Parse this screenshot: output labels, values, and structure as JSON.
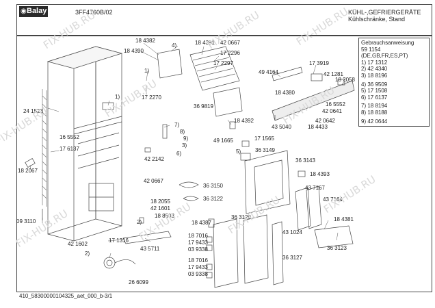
{
  "header": {
    "logo": "Balay",
    "model": "3FF4760B/02",
    "category_line1": "KÜHL-,GEFRIERGERÄTE",
    "category_line2": "Kühlschränke, Stand"
  },
  "doc_box": {
    "lines": [
      "Gebrauchsanweisung",
      "59 1154",
      "(DE,GB,FR,ES,PT)",
      "1) 17 1312",
      "2) 42 4340",
      "3) 18 8196",
      "4) 36 9509",
      "5) 17 1508",
      "6) 17 6137",
      "7) 18 8194",
      "8) 18 8188",
      "9) 42 0644"
    ]
  },
  "parts": [
    "18 4382",
    "18 4390",
    "4)",
    "18 4391",
    "42 0667",
    "17 2296",
    "17 2297",
    "1)",
    "17 2270",
    "36 9819",
    "49 4164",
    "17 3919",
    "42 1281",
    "18 4380",
    "18 2058",
    "1)",
    "24 1523",
    "16 5552",
    "17 6137",
    "18 4392",
    "7)",
    "8)",
    "9)",
    "3)",
    "6)",
    "16 5552",
    "42 0641",
    "42 0642",
    "18 4433",
    "43 5040",
    "17 1565",
    "49 1665",
    "5)",
    "36 3149",
    "42 2142",
    "18 2067",
    "36 3143",
    "18 4393",
    "42 0667",
    "36 3150",
    "36 3122",
    "43 7167",
    "43 7164",
    "18 2055",
    "42 1601",
    "18 8503",
    "2)",
    "09 3110",
    "18 4387",
    "36 3120",
    "18 4381",
    "18 7016",
    "17 9433",
    "03 9338",
    "43 1024",
    "42 1602",
    "2)",
    "17 1316",
    "43 5711",
    "36 3123",
    "18 7016",
    "17 9433",
    "03 9338",
    "36 3127",
    "26 6099"
  ],
  "footer": "410_58300000104325_aet_000_b-3/1",
  "watermark": "FIX-HUB.RU"
}
